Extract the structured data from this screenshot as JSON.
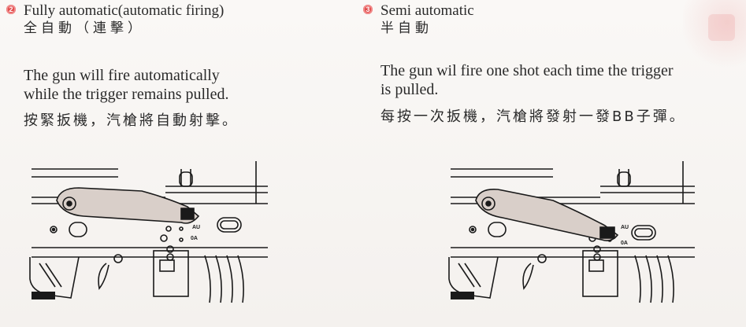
{
  "left": {
    "bullet": "2",
    "heading_en": "Fully automatic(automatic firing)",
    "heading_zh": "全自動（連擊）",
    "body_en_line1": "The gun will fire automatically",
    "body_en_line2": "while the trigger remains pulled.",
    "body_zh": "按緊扳機，汽槍將自動射擊。",
    "figure": {
      "icon": "rifle-selector-diagram",
      "mark_top": "AU",
      "mark_bottom": "0A"
    }
  },
  "right": {
    "bullet": "3",
    "heading_en": "Semi automatic",
    "heading_zh": "半自動",
    "body_en_line1": "The gun wil fire one shot each time the trigger",
    "body_en_line2": "is pulled.",
    "body_zh": "每按一次扳機，汽槍將發射一發BB子彈。",
    "figure": {
      "icon": "rifle-selector-diagram",
      "mark_top": "AU",
      "mark_bottom": "0A"
    }
  },
  "colors": {
    "bullet": "#e24b4b",
    "text": "#2a2a2a",
    "line": "#1a1a1a",
    "lever_fill": "#d9cfc9"
  }
}
